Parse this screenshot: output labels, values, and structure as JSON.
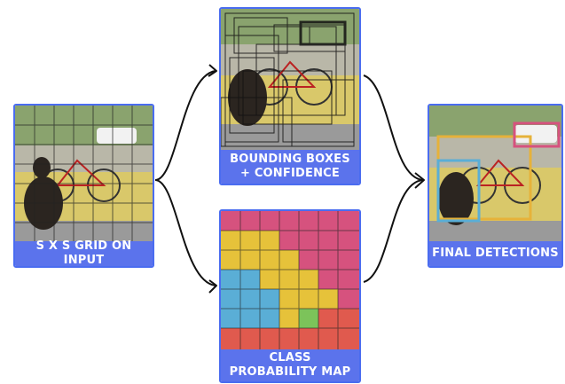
{
  "panels": {
    "input": {
      "caption": "S X S GRID ON INPUT"
    },
    "boxes": {
      "caption_line1": "BOUNDING BOXES",
      "caption_line2": "+ CONFIDENCE"
    },
    "classmap": {
      "caption_line1": "CLASS",
      "caption_line2": "PROBABILITY MAP"
    },
    "detections": {
      "caption": "FINAL DETECTIONS"
    }
  },
  "colors": {
    "panel_border": "#4a6cf0",
    "caption_bg": "#5b73ec",
    "class_dog": "#5aaed6",
    "class_bicycle": "#e6c23a",
    "class_car": "#d6527e",
    "class_dining_table": "#e05a4e",
    "class_other": "#7cc35a",
    "arrow": "#111111"
  },
  "icons": [
    "dog-photo",
    "bicycle-photo",
    "car-photo",
    "grid-overlay"
  ]
}
